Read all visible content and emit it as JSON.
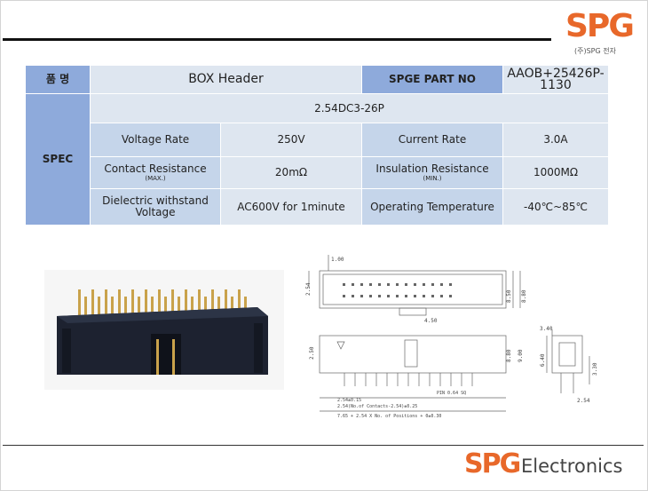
{
  "header": {
    "brand": "SPG",
    "sub": "(주)SPG 전자"
  },
  "table": {
    "name_label": "품  명",
    "name_value": "BOX Header",
    "part_label": "SPGE PART NO",
    "part_value": "AAOB+25426P-1130",
    "spec_label": "SPEC",
    "spec_title": "2.54DC3-26P",
    "rows": [
      {
        "l1": "Voltage Rate",
        "l1_sub": "",
        "v1": "250V",
        "l2": "Current Rate",
        "l2_sub": "",
        "v2": "3.0A"
      },
      {
        "l1": "Contact Resistance",
        "l1_sub": "(MAX.)",
        "v1": "20mΩ",
        "l2": "Insulation Resistance",
        "l2_sub": "(MIN.)",
        "v2": "1000MΩ"
      },
      {
        "l1": "Dielectric withstand Voltage",
        "l1_sub": "",
        "v1": "AC600V for 1minute",
        "l2": "Operating Temperature",
        "l2_sub": "",
        "v2": "-40℃~85℃"
      }
    ]
  },
  "drawing": {
    "dims": [
      "1.00",
      "2.54",
      "8.50",
      "8.80",
      "4.50",
      "2.50",
      "8.80",
      "9.00",
      "3.40",
      "6.40",
      "3.30",
      "2.54"
    ],
    "notes": [
      "PIN 0.64 SQ",
      "2.54±0.15",
      "2.54(No.of Contacts-2.54)±0.25",
      "7.65 + 2.54 X No. of Positions + 0±0.30"
    ]
  },
  "footer": {
    "brand": "SPG",
    "word": "Electronics"
  },
  "colors": {
    "brand_orange": "#e8682a",
    "header_blue": "#8eaadb",
    "light_blue": "#dee6f0"
  }
}
